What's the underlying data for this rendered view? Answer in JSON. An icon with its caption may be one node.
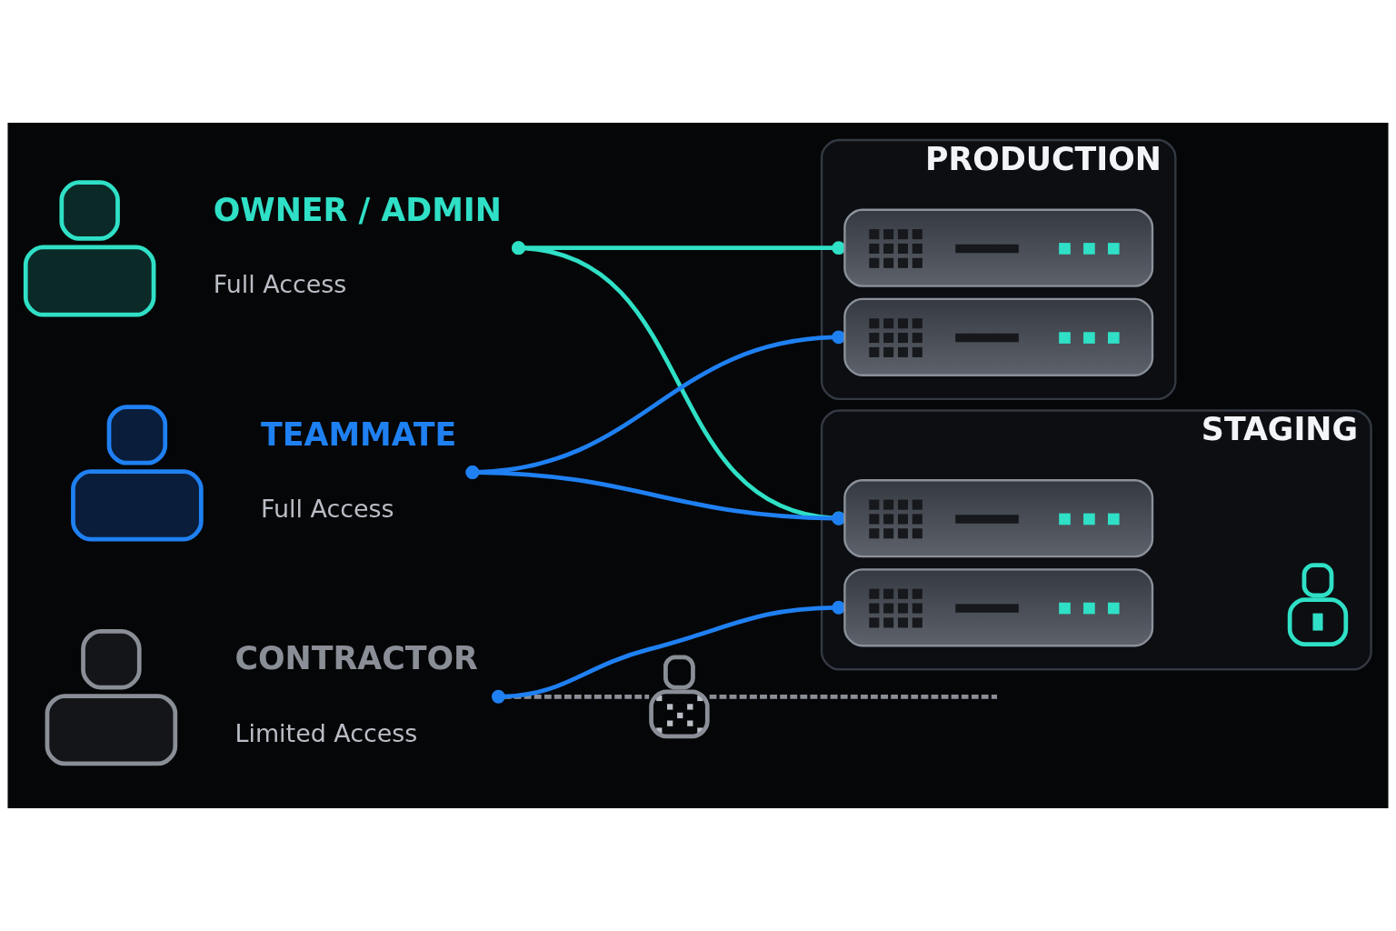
{
  "diagram": {
    "nodes": [
      {
        "text": [],
        "shape": "person",
        "beside": [
          "OWNER / ADMIN",
          "Full Access"
        ]
      },
      {
        "text": [],
        "shape": "person",
        "beside": [
          "TEAMMATE",
          "Full Access"
        ]
      },
      {
        "text": [],
        "shape": "person",
        "beside": [
          "CONTRACTOR",
          "Limited Access"
        ]
      },
      {
        "text": [],
        "shape": "lock"
      },
      {
        "text": [
          "PRODUCTION"
        ]
      },
      {
        "text": [],
        "shape": "box",
        "in": 4
      },
      {
        "text": [],
        "shape": "box",
        "in": 4
      },
      {
        "text": [
          "STAGING"
        ]
      },
      {
        "text": [],
        "shape": "box",
        "in": 7
      },
      {
        "text": [],
        "shape": "box",
        "in": 7
      },
      {
        "text": [],
        "shape": "lock",
        "in": 7
      }
    ],
    "edges": [
      {
        "from": 0,
        "to": 5,
        "arrow": "other",
        "color": "#2fe0c6"
      },
      {
        "from": 0,
        "to": 8,
        "arrow": "other",
        "color": "#2fe0c6"
      },
      {
        "from": 1,
        "to": 6,
        "arrow": "other"
      },
      {
        "from": 1,
        "to": 8,
        "arrow": "other"
      },
      {
        "from": 2,
        "to": 9,
        "arrow": "other"
      },
      {
        "from": 2,
        "to": 3,
        "arrow": "none",
        "style": "dashed",
        "color": "#8a8e96"
      },
      {
        "from": 3,
        "to": null,
        "arrow": "none",
        "style": "dashed",
        "color": "#8a8e96"
      }
    ]
  }
}
